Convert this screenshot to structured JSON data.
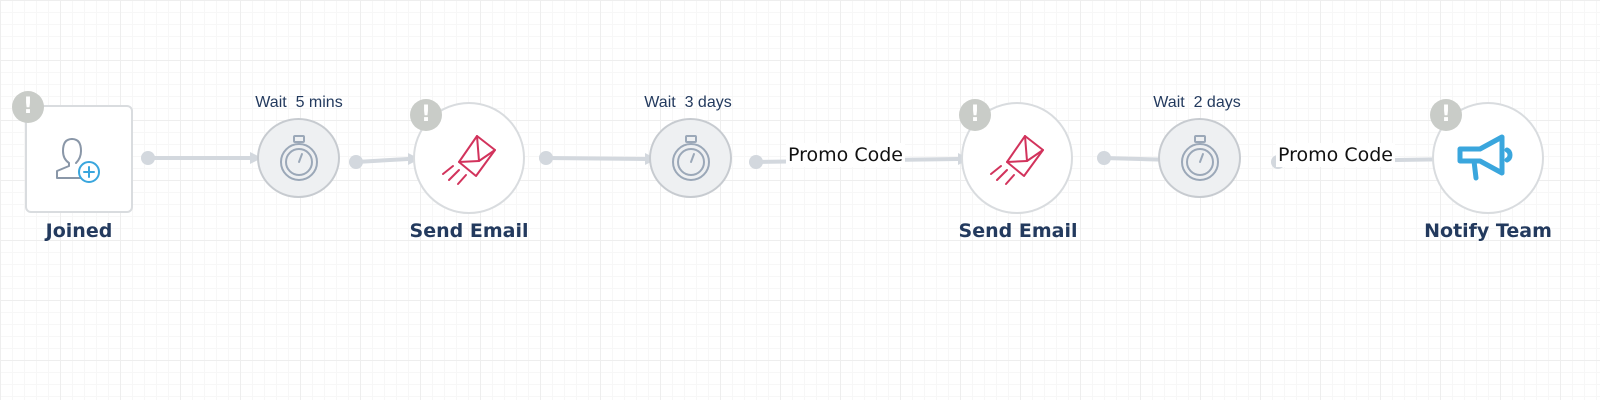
{
  "workflow": {
    "nodes": [
      {
        "id": "joined",
        "type": "trigger",
        "label": "Joined",
        "icon": "user-add-icon",
        "warning": true
      },
      {
        "id": "wait-1",
        "type": "wait",
        "label": "Wait  5 mins",
        "icon": "stopwatch-icon"
      },
      {
        "id": "email-1",
        "type": "action",
        "label": "Send Email",
        "icon": "send-email-icon",
        "warning": true
      },
      {
        "id": "wait-2",
        "type": "wait",
        "label": "Wait  3 days",
        "icon": "stopwatch-icon"
      },
      {
        "id": "email-2",
        "type": "action",
        "label": "Send Email",
        "icon": "send-email-icon",
        "warning": true
      },
      {
        "id": "wait-3",
        "type": "wait",
        "label": "Wait  2 days",
        "icon": "stopwatch-icon"
      },
      {
        "id": "notify",
        "type": "action",
        "label": "Notify Team",
        "icon": "megaphone-icon",
        "warning": true
      }
    ],
    "edges": [
      {
        "from": "joined",
        "to": "wait-1",
        "label": ""
      },
      {
        "from": "wait-1",
        "to": "email-1",
        "label": ""
      },
      {
        "from": "email-1",
        "to": "wait-2",
        "label": ""
      },
      {
        "from": "wait-2",
        "to": "email-2",
        "label": "Promo Code"
      },
      {
        "from": "email-2",
        "to": "wait-3",
        "label": ""
      },
      {
        "from": "wait-3",
        "to": "notify",
        "label": "Promo Code"
      }
    ],
    "warning_symbol": "!"
  },
  "colors": {
    "text": "#233a5e",
    "node_border": "#d9dcdf",
    "wait_fill": "#eef0f2",
    "connector": "#d3d8de",
    "warning_badge": "#c9ccc8",
    "email_icon": "#d2335c",
    "megaphone_icon": "#3aa6dd",
    "user_icon": "#8a97a8"
  }
}
